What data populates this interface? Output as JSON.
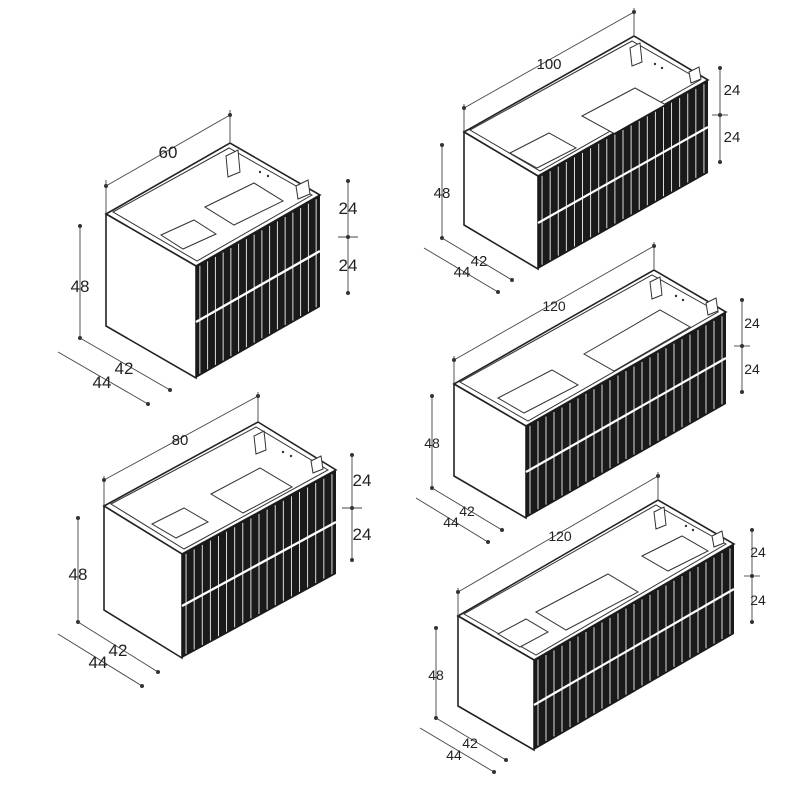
{
  "colors": {
    "line": "#222222",
    "dimension": "#444444",
    "front": "#111111",
    "background": "#ffffff"
  },
  "cabinets": [
    {
      "id": "a",
      "width": "60",
      "height": "48",
      "depth_inner": "42",
      "depth_outer": "44",
      "drawer_top": "24",
      "drawer_bottom": "24"
    },
    {
      "id": "b",
      "width": "100",
      "height": "48",
      "depth_inner": "42",
      "depth_outer": "44",
      "drawer_top": "24",
      "drawer_bottom": "24"
    },
    {
      "id": "c",
      "width": "80",
      "height": "48",
      "depth_inner": "42",
      "depth_outer": "44",
      "drawer_top": "24",
      "drawer_bottom": "24"
    },
    {
      "id": "d",
      "width": "120",
      "height": "48",
      "depth_inner": "42",
      "depth_outer": "44",
      "drawer_top": "24",
      "drawer_bottom": "24"
    },
    {
      "id": "e",
      "width": "120",
      "height": "48",
      "depth_inner": "42",
      "depth_outer": "44",
      "drawer_top": "24",
      "drawer_bottom": "24"
    }
  ]
}
